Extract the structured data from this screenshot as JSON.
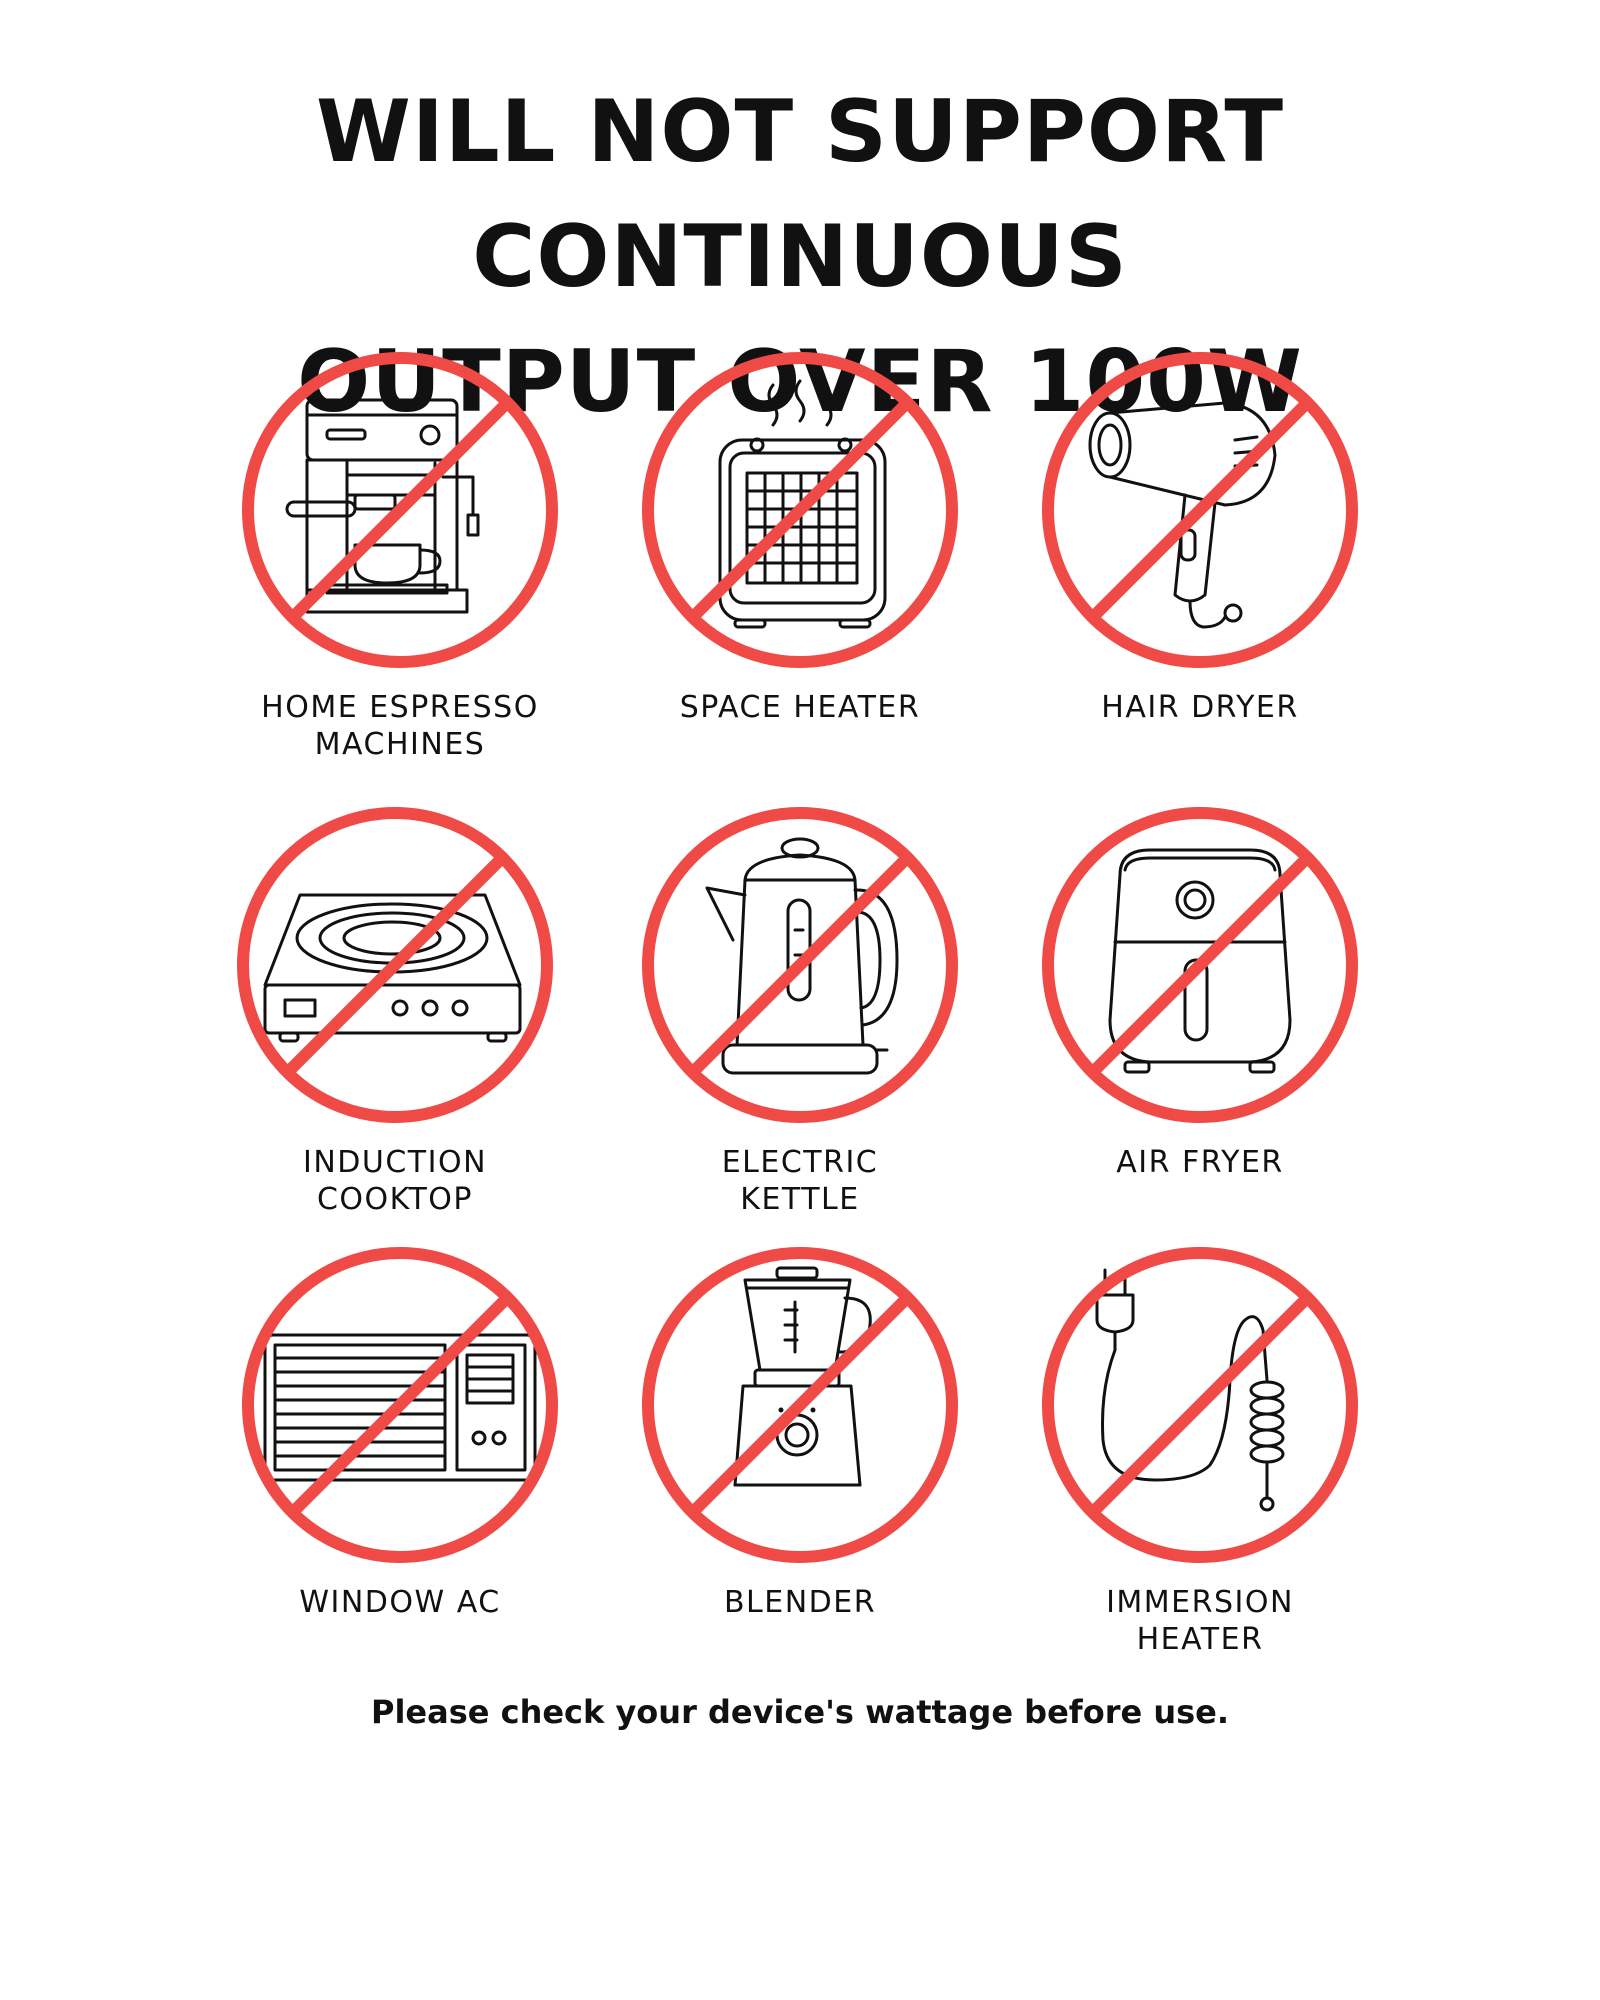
{
  "title": {
    "line1": "WILL NOT SUPPORT CONTINUOUS",
    "line2": "OUTPUT OVER 100W"
  },
  "colors": {
    "prohibition_red": "#ef4a45",
    "icon_line": "#111111",
    "background": "#ffffff"
  },
  "items": [
    {
      "icon": "espresso-machine-icon",
      "label_lines": [
        "HOME ESPRESSO",
        "MACHINES"
      ]
    },
    {
      "icon": "space-heater-icon",
      "label_lines": [
        "SPACE HEATER"
      ]
    },
    {
      "icon": "hair-dryer-icon",
      "label_lines": [
        "HAIR DRYER"
      ]
    },
    {
      "icon": "induction-cooktop-icon",
      "label_lines": [
        "INDUCTION",
        "COOKTOP"
      ]
    },
    {
      "icon": "electric-kettle-icon",
      "label_lines": [
        "ELECTRIC",
        "KETTLE"
      ]
    },
    {
      "icon": "air-fryer-icon",
      "label_lines": [
        "AIR FRYER"
      ]
    },
    {
      "icon": "window-ac-icon",
      "label_lines": [
        "WINDOW AC"
      ]
    },
    {
      "icon": "blender-icon",
      "label_lines": [
        "BLENDER"
      ]
    },
    {
      "icon": "immersion-heater-icon",
      "label_lines": [
        "IMMERSION",
        "HEATER"
      ]
    }
  ],
  "footer_note": "Please check your device's wattage before use."
}
